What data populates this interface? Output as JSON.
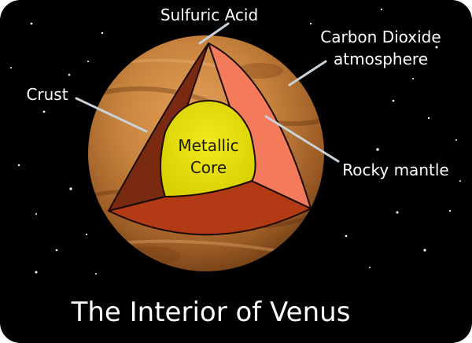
{
  "title": "The Interior of Venus",
  "labels": {
    "sulfuric_acid": "Sulfuric Acid",
    "carbon_dioxide_line1": "Carbon Dioxide",
    "carbon_dioxide_line2": "atmosphere",
    "crust": "Crust",
    "rocky_mantle": "Rocky mantle",
    "core_line1": "Metallic",
    "core_line2": "Core"
  },
  "colors": {
    "background": "#000000",
    "planet_surface": "#c07a3a",
    "crust_left": "#7a2a10",
    "crust_bottom": "#b23a14",
    "mantle": "#f37a5a",
    "core": "#e3dc10",
    "leader_line": "#c8d2d8",
    "text": "#ffffff"
  }
}
